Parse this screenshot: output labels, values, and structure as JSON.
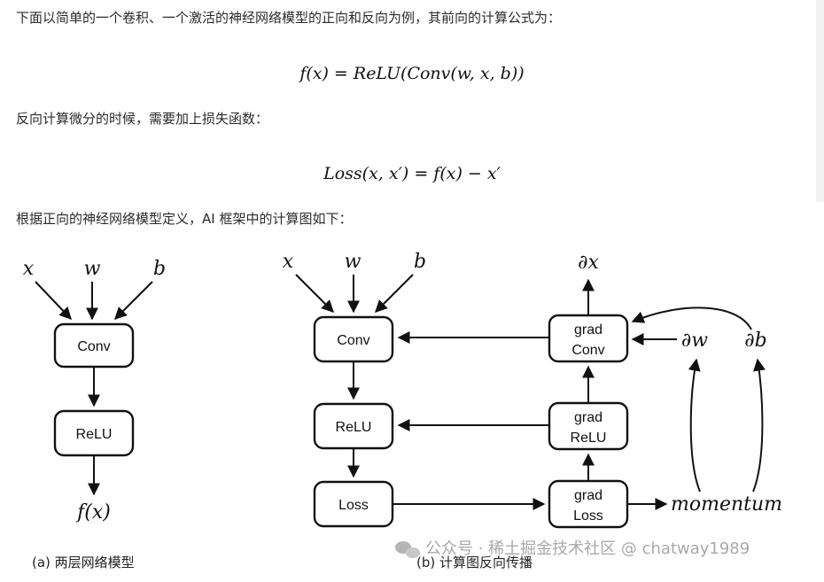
{
  "paragraphs": {
    "p1": "下面以简单的一个卷积、一个激活的神经网络模型的正向和反向为例，其前向的计算公式为：",
    "p2": "反向计算微分的时候，需要加上损失函数：",
    "p3": "根据正向的神经网络模型定义，AI 框架中的计算图如下："
  },
  "formulas": {
    "forward": "f(x) = ReLU(Conv(w, x, b))",
    "loss": "Loss(x, x′) = f(x) − x′"
  },
  "diagram_a": {
    "inputs": [
      "x",
      "w",
      "b"
    ],
    "nodes": [
      "Conv",
      "ReLU"
    ],
    "output": "f(x)",
    "caption": "(a) 两层网络模型"
  },
  "diagram_b": {
    "inputs": [
      "x",
      "w",
      "b"
    ],
    "forward_nodes": [
      "Conv",
      "ReLU",
      "Loss"
    ],
    "grad_nodes": [
      {
        "line1": "grad",
        "line2": "Conv"
      },
      {
        "line1": "grad",
        "line2": "ReLU"
      },
      {
        "line1": "grad",
        "line2": "Loss"
      }
    ],
    "grad_output": "∂x",
    "param_grads": [
      "∂w",
      "∂b"
    ],
    "optimizer": "momentum",
    "caption": "(b) 计算图反向传播"
  },
  "watermark": {
    "icon": "wechat-icon",
    "text": "公众号 · 稀土掘金技术社区 @ chatway1989"
  }
}
